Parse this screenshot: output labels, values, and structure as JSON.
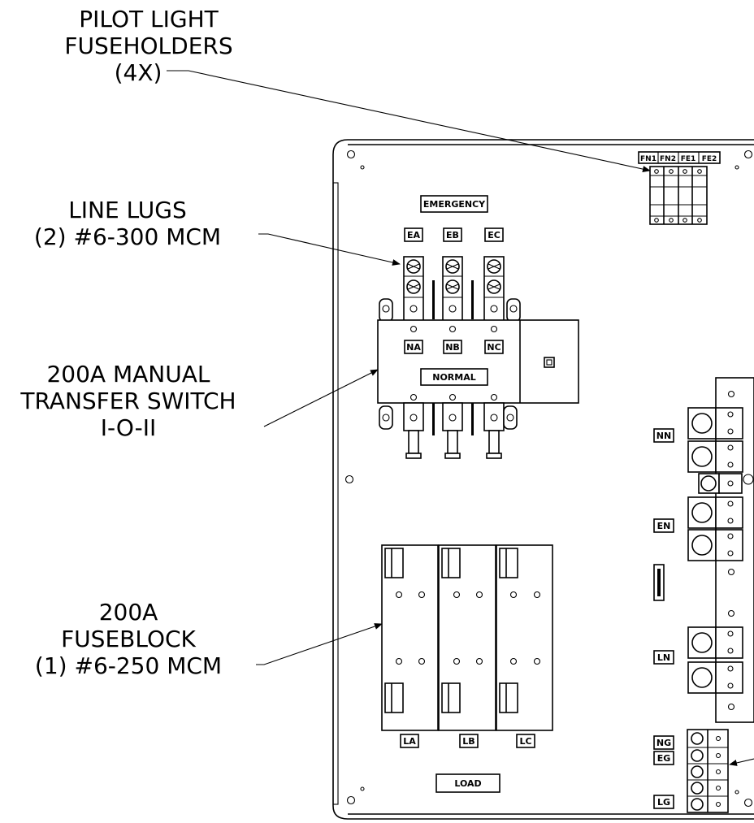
{
  "callouts": {
    "pilot": [
      "PILOT LIGHT",
      "FUSEHOLDERS",
      "(4X)"
    ],
    "line_lugs": [
      "LINE LUGS",
      "(2) #6-300 MCM"
    ],
    "transfer_switch": [
      "200A MANUAL",
      "TRANSFER SWITCH",
      "I-O-II"
    ],
    "fuseblock": [
      "200A",
      "FUSEBLOCK",
      "(1) #6-250 MCM"
    ]
  },
  "labels": {
    "fuses": [
      "FN1",
      "FN2",
      "FE1",
      "FE2"
    ],
    "emergency": "EMERGENCY",
    "emergency_phases": [
      "EA",
      "EB",
      "EC"
    ],
    "normal_phases": [
      "NA",
      "NB",
      "NC"
    ],
    "normal": "NORMAL",
    "load_phases": [
      "LA",
      "LB",
      "LC"
    ],
    "load": "LOAD",
    "neutral_tags": [
      "NN",
      "EN",
      "LN"
    ],
    "ground_tags": [
      "NG",
      "EG",
      "LG"
    ]
  }
}
